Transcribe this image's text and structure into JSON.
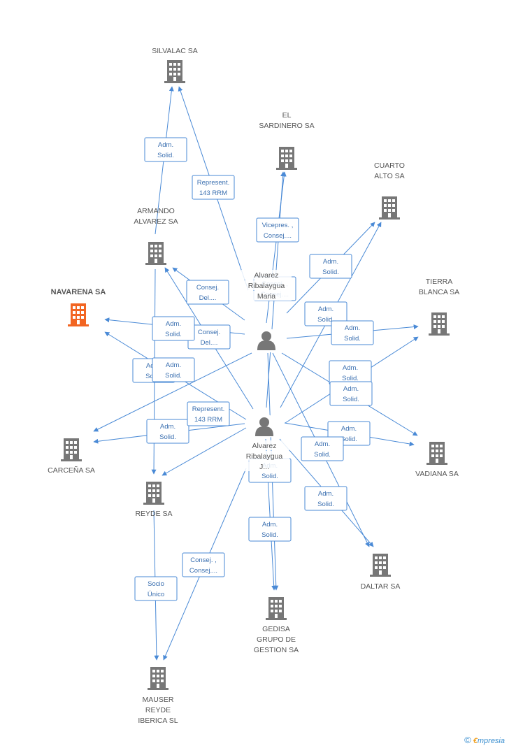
{
  "colors": {
    "edge": "#4a8ad6",
    "company": "#777777",
    "company_highlight": "#f26522",
    "person": "#777777",
    "label_text": "#3a6fb0"
  },
  "nodes": [
    {
      "id": "silvalac",
      "type": "company",
      "lines": [
        "SILVALAC SA"
      ]
    },
    {
      "id": "el_sardinero",
      "type": "company",
      "lines": [
        "EL",
        "SARDINERO SA"
      ]
    },
    {
      "id": "cuarto_alto",
      "type": "company",
      "lines": [
        "CUARTO",
        "ALTO SA"
      ]
    },
    {
      "id": "armando",
      "type": "company",
      "lines": [
        "ARMANDO",
        "ALVAREZ SA"
      ]
    },
    {
      "id": "navarena",
      "type": "company",
      "highlight": true,
      "lines": [
        "NAVARENA SA"
      ]
    },
    {
      "id": "tierra_blanca",
      "type": "company",
      "lines": [
        "TIERRA",
        "BLANCA SA"
      ]
    },
    {
      "id": "carcena",
      "type": "company",
      "lines": [
        "CARCEÑA SA"
      ]
    },
    {
      "id": "vadiana",
      "type": "company",
      "lines": [
        "VADIANA SA"
      ]
    },
    {
      "id": "reyde",
      "type": "company",
      "lines": [
        "REYDE SA"
      ]
    },
    {
      "id": "daltar",
      "type": "company",
      "lines": [
        "DALTAR SA"
      ]
    },
    {
      "id": "gedisa",
      "type": "company",
      "lines": [
        "GEDISA",
        "GRUPO DE",
        "GESTION SA"
      ]
    },
    {
      "id": "mauser",
      "type": "company",
      "lines": [
        "MAUSER",
        "REYDE",
        "IBERICA SL"
      ]
    },
    {
      "id": "maria",
      "type": "person",
      "lines": [
        "Alvarez",
        "Ribalaygua",
        "Maria"
      ]
    },
    {
      "id": "j",
      "type": "person",
      "lines": [
        "Alvarez",
        "Ribalaygua",
        "J..."
      ]
    }
  ],
  "edges": [
    {
      "from": "armando",
      "to": "silvalac",
      "label": [
        "Adm.",
        "Solid."
      ]
    },
    {
      "from": "maria",
      "to": "silvalac",
      "label": [
        "Represent.",
        "143 RRM"
      ]
    },
    {
      "from": "maria",
      "to": "el_sardinero",
      "label": [
        "Vicepres. ,",
        "Consej...."
      ]
    },
    {
      "from": "j",
      "to": "el_sardinero",
      "label": [
        "Consej. ,",
        "Consej...."
      ]
    },
    {
      "from": "maria",
      "to": "cuarto_alto",
      "label": [
        "Adm.",
        "Solid."
      ]
    },
    {
      "from": "j",
      "to": "cuarto_alto",
      "label": [
        "Adm.",
        "Solid."
      ]
    },
    {
      "from": "maria",
      "to": "armando",
      "label": [
        "Consej.",
        "Del...."
      ]
    },
    {
      "from": "j",
      "to": "armando",
      "label": [
        "Consej.",
        "Del...."
      ]
    },
    {
      "from": "maria",
      "to": "navarena",
      "label": [
        "Adm.",
        "Solid."
      ]
    },
    {
      "from": "j",
      "to": "navarena",
      "label": [
        "Adm.",
        "Solid."
      ]
    },
    {
      "from": "maria",
      "to": "tierra_blanca",
      "label": [
        "Adm.",
        "Solid."
      ]
    },
    {
      "from": "j",
      "to": "tierra_blanca",
      "label": [
        "Adm.",
        "Solid."
      ]
    },
    {
      "from": "maria",
      "to": "carcena",
      "label": [
        "Adm.",
        "Solid."
      ]
    },
    {
      "from": "j",
      "to": "carcena",
      "label": [
        "Adm.",
        "Solid."
      ]
    },
    {
      "from": "maria",
      "to": "vadiana",
      "label": [
        "Adm.",
        "Solid."
      ]
    },
    {
      "from": "j",
      "to": "vadiana",
      "label": [
        "Adm.",
        "Solid."
      ]
    },
    {
      "from": "armando",
      "to": "reyde",
      "label": []
    },
    {
      "from": "j",
      "to": "reyde",
      "label": [
        "Represent.",
        "143 RRM"
      ]
    },
    {
      "from": "maria",
      "to": "daltar",
      "label": [
        "Adm.",
        "Solid."
      ]
    },
    {
      "from": "j",
      "to": "daltar",
      "label": [
        "Adm.",
        "Solid."
      ]
    },
    {
      "from": "maria",
      "to": "gedisa",
      "label": [
        "Adm.",
        "Solid."
      ]
    },
    {
      "from": "j",
      "to": "gedisa",
      "label": [
        "Adm.",
        "Solid."
      ]
    },
    {
      "from": "reyde",
      "to": "mauser",
      "label": [
        "Socio",
        "Único"
      ]
    },
    {
      "from": "j",
      "to": "mauser",
      "label": [
        "Consej. ,",
        "Consej...."
      ]
    }
  ],
  "footer": {
    "copyright": "©",
    "brand_initial": "€",
    "brand_rest": "mpresia"
  }
}
